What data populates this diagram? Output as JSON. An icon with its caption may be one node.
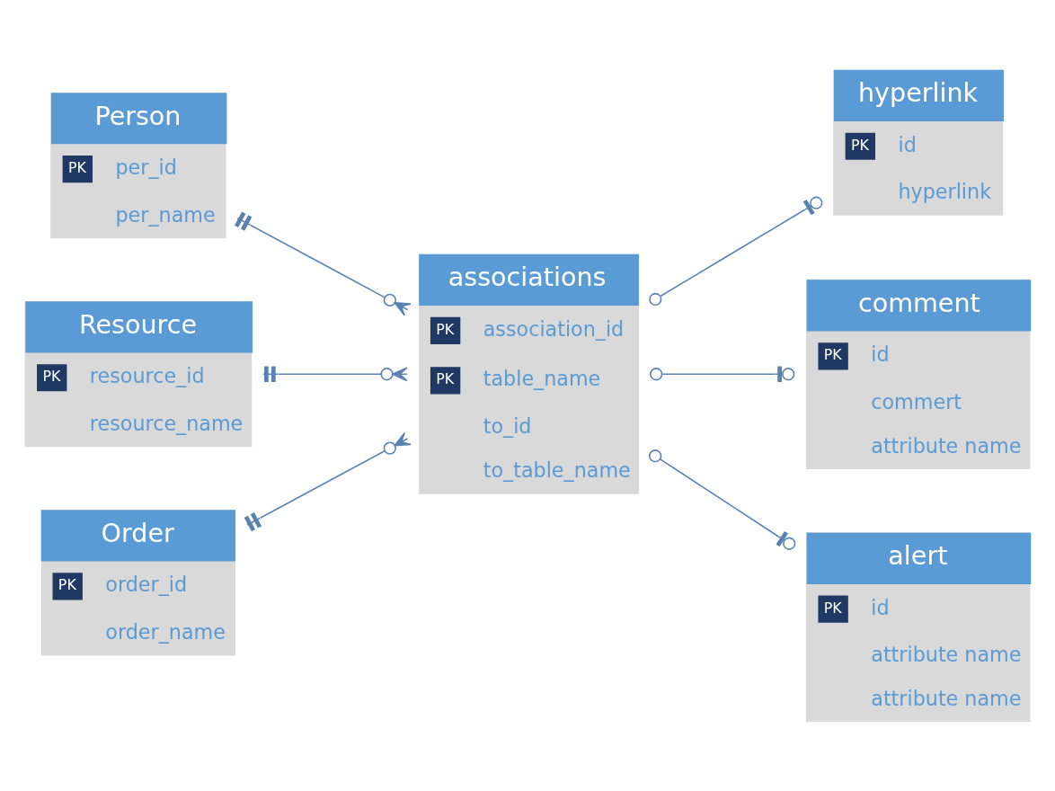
{
  "diagram": {
    "nodes": [
      {
        "text": [
          "Person",
          "PK",
          "per_id",
          "per_name"
        ]
      },
      {
        "text": [
          "Resource",
          "PK",
          "resource_id",
          "resource_name"
        ]
      },
      {
        "text": [
          "Order",
          "PK",
          "order_id",
          "order_name"
        ]
      },
      {
        "text": [
          "associations",
          "PK",
          "association_id",
          "PK",
          "table_name",
          "to_id",
          "to_table_name"
        ]
      },
      {
        "text": [
          "hyperlink",
          "PK",
          "id",
          "hyperlink"
        ]
      },
      {
        "text": [
          "comment",
          "PK",
          "id",
          "commert",
          "attribute name"
        ]
      },
      {
        "text": [
          "alert",
          "PK",
          "id",
          "attribute name",
          "attribute name"
        ]
      }
    ],
    "edges": [
      {
        "from": 0,
        "to": 3,
        "arrow": "other"
      },
      {
        "from": 1,
        "to": 3,
        "arrow": "other"
      },
      {
        "from": 2,
        "to": 3,
        "arrow": "other"
      },
      {
        "from": 3,
        "to": 4,
        "arrow": "other"
      },
      {
        "from": 3,
        "to": 5,
        "arrow": "other"
      },
      {
        "from": 3,
        "to": 6,
        "arrow": "other"
      }
    ]
  }
}
